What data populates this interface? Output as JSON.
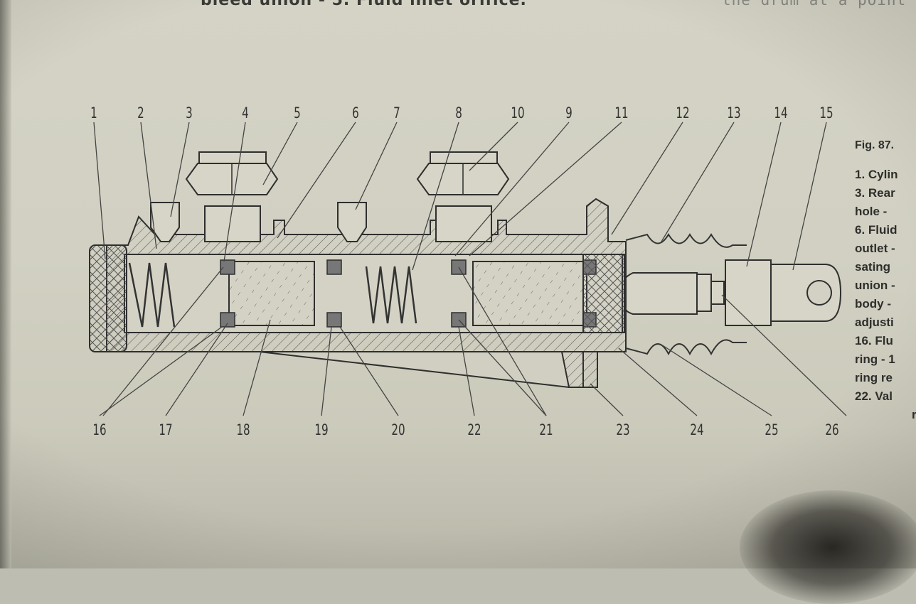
{
  "header": {
    "left_text": "bleed union - 5. Fluid inlet orifice.",
    "right_text": "the drum at a point"
  },
  "figure": {
    "callouts_top": [
      "1",
      "2",
      "3",
      "4",
      "5",
      "6",
      "7",
      "8",
      "10",
      "9",
      "11",
      "12",
      "13",
      "14",
      "15"
    ],
    "callouts_bottom": [
      "16",
      "17",
      "18",
      "19",
      "20",
      "22",
      "21",
      "23",
      "24",
      "25",
      "26"
    ]
  },
  "legend": {
    "title": "Fig. 87.",
    "lines": [
      "1. Cylin",
      "3. Rear",
      "hole -",
      "6. Fluid",
      "outlet -",
      "sating",
      "union -",
      "body -",
      "adjusti",
      "16. Flu",
      "ring - 1",
      "ring re",
      "22. Val",
      "r"
    ]
  }
}
